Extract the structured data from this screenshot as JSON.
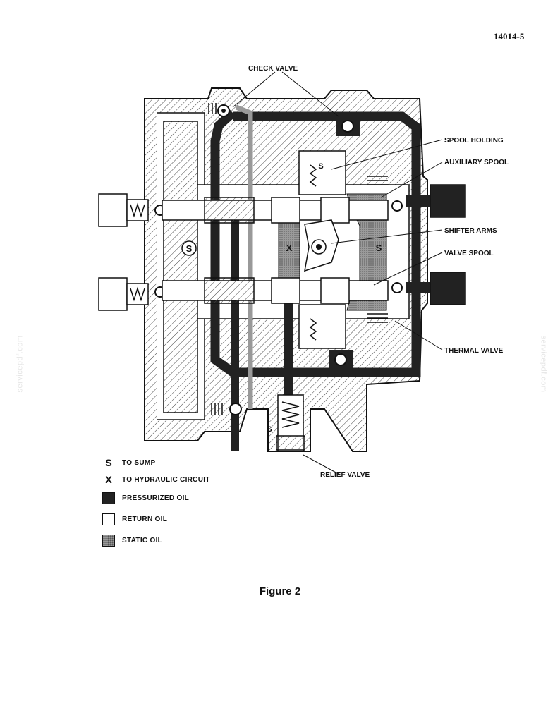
{
  "page_id": "14014-5",
  "watermark": "servicepdf.com",
  "callouts": {
    "check_valve": "CHECK VALVE",
    "spool_holding": "SPOOL HOLDING",
    "auxiliary_spool": "AUXILIARY SPOOL",
    "shifter_arms": "SHIFTER ARMS",
    "valve_spool": "VALVE SPOOL",
    "thermal_valve": "THERMAL VALVE",
    "relief_valve": "RELIEF VALVE"
  },
  "diagram_marks": {
    "sump": "S",
    "circuit": "X"
  },
  "legend": {
    "sump_symbol": "S",
    "sump_label": "TO SUMP",
    "circuit_symbol": "X",
    "circuit_label": "TO HYDRAULIC CIRCUIT",
    "pressurized_label": "PRESSURIZED OIL",
    "return_label": "RETURN OIL",
    "static_label": "STATIC OIL"
  },
  "caption": "Figure 2"
}
